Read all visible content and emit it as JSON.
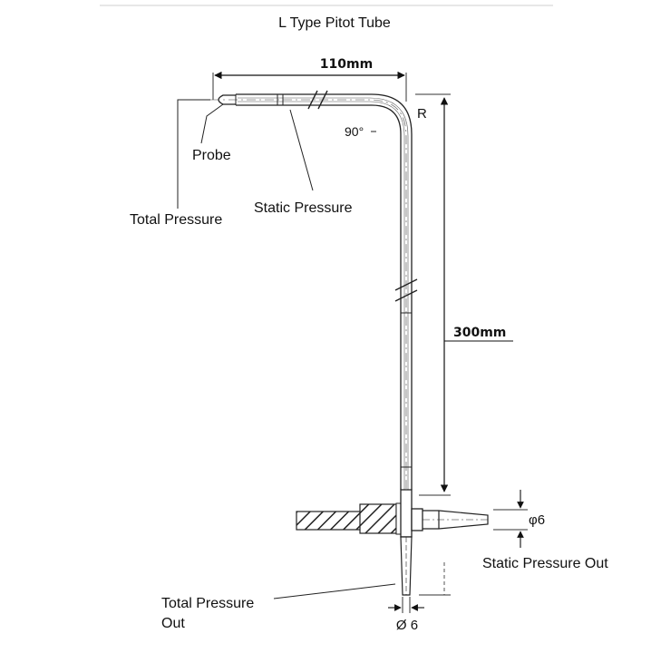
{
  "title": "L Type Pitot Tube",
  "dimensions": {
    "horizontal_length": "110mm",
    "vertical_length": "300mm",
    "bend_radius": "R",
    "bend_angle": "90°",
    "outlet_diameter": "φ6",
    "tip_diameter": "Ø 6"
  },
  "labels": {
    "probe": "Probe",
    "static_pressure": "Static Pressure",
    "total_pressure": "Total Pressure",
    "static_pressure_out": "Static Pressure Out",
    "total_pressure_out_line1": "Total Pressure",
    "total_pressure_out_line2": "Out"
  }
}
